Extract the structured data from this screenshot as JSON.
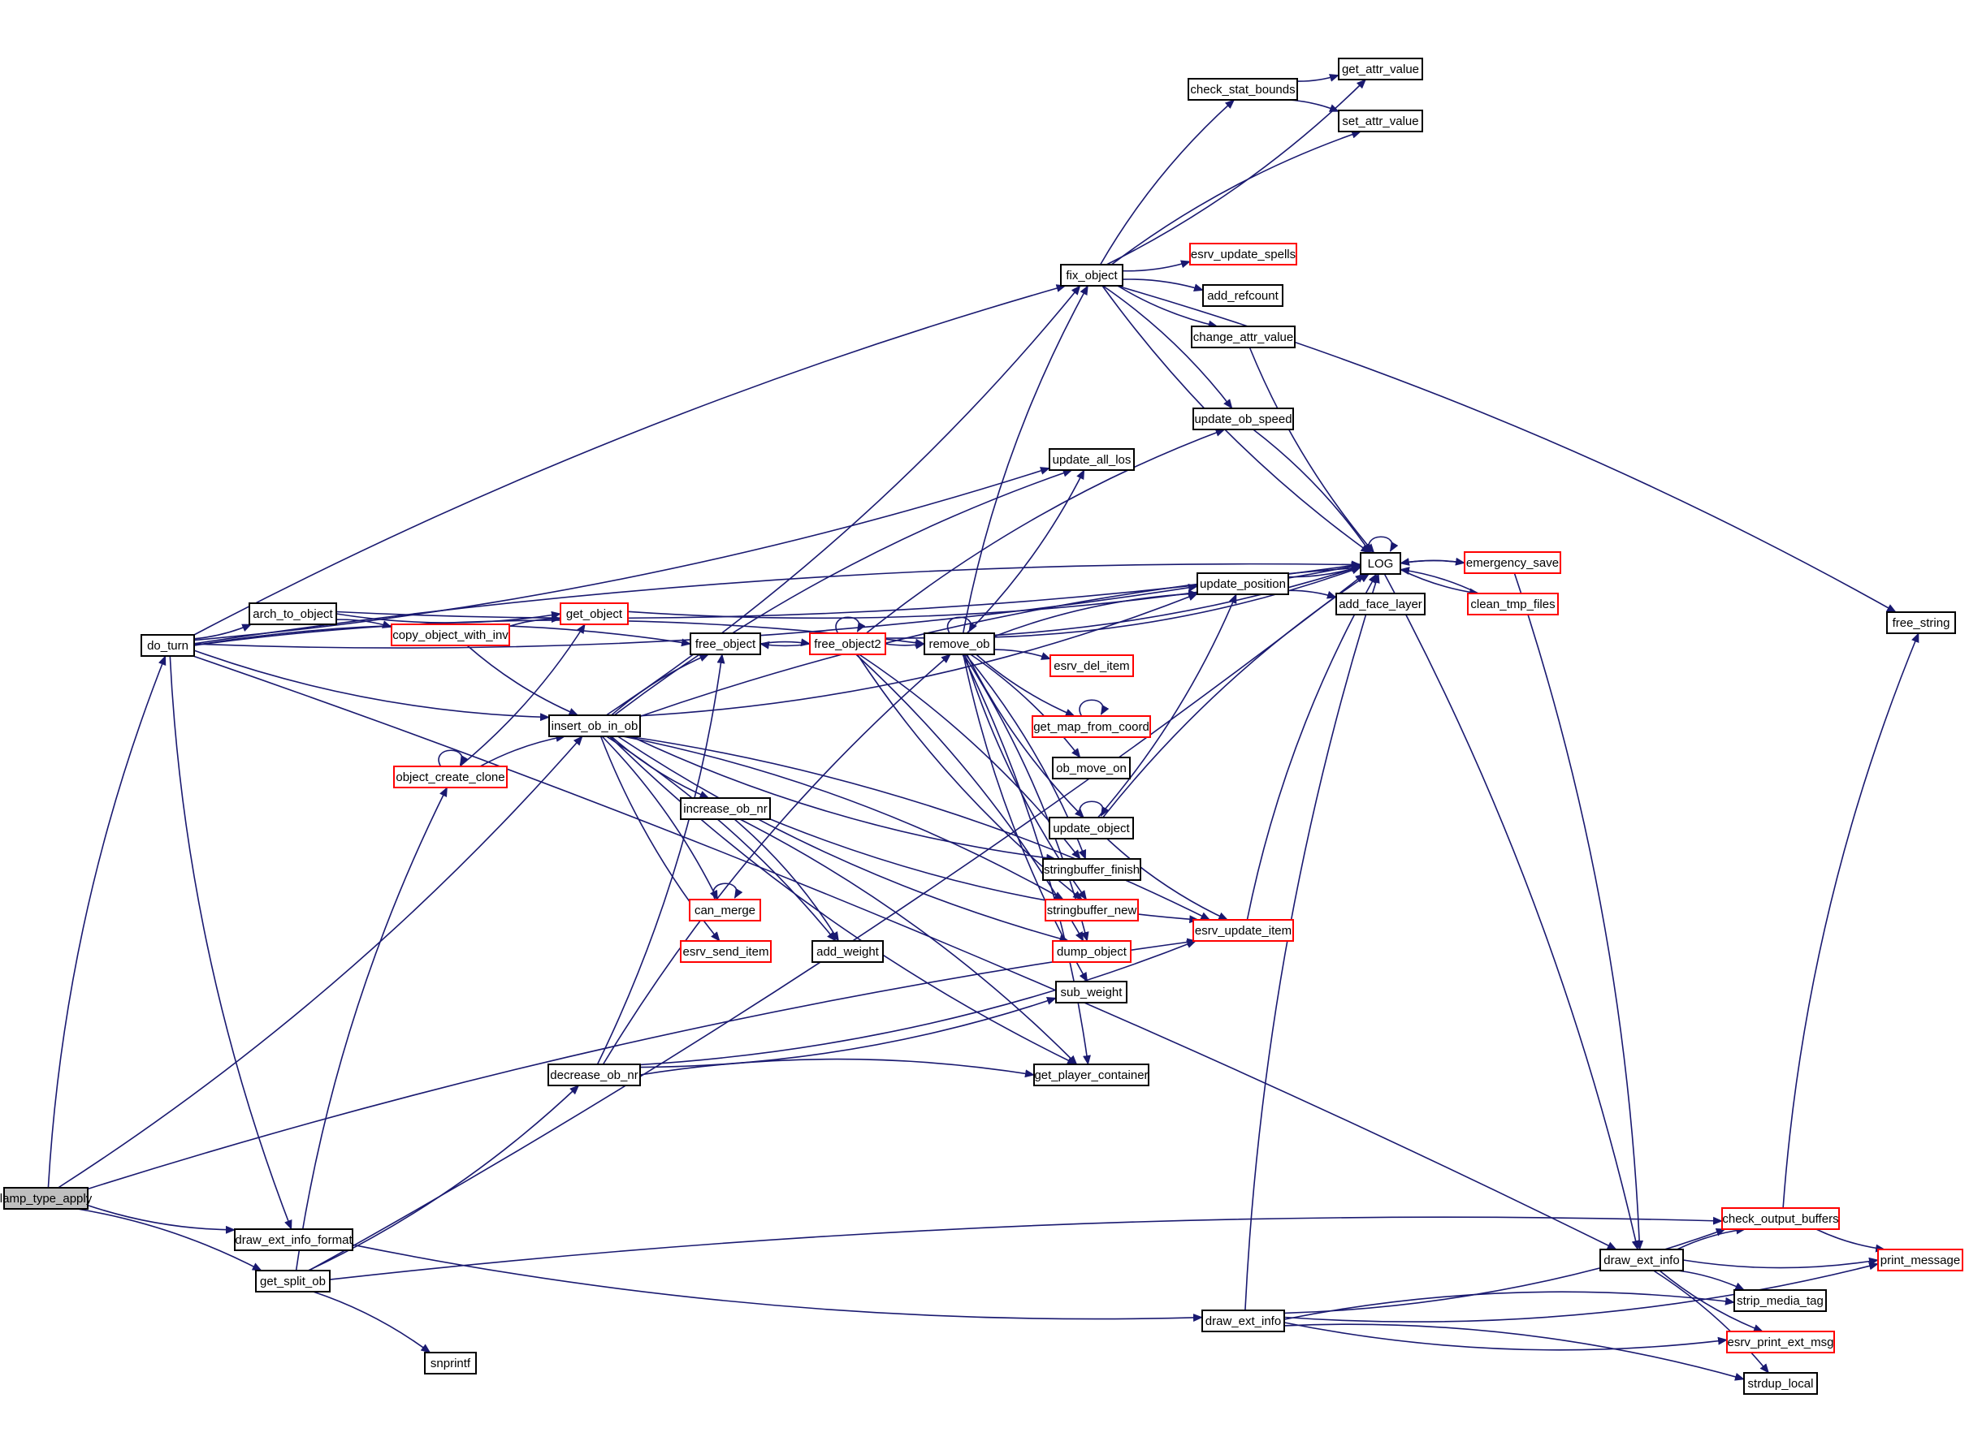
{
  "graph": {
    "title": "lamp_type_apply call graph",
    "colors": {
      "edge": "#191970",
      "normal_border": "#000000",
      "truncated_border": "#ff0000",
      "root_fill": "#bfbfbf"
    },
    "nodes": [
      {
        "id": "lamp_type_apply",
        "label": "lamp_type_apply",
        "kind": "root"
      },
      {
        "id": "do_turn",
        "label": "do_turn",
        "kind": "normal"
      },
      {
        "id": "arch_to_object",
        "label": "arch_to_object",
        "kind": "normal"
      },
      {
        "id": "copy_object_with_inv",
        "label": "copy_object_with_inv",
        "kind": "truncated"
      },
      {
        "id": "get_object",
        "label": "get_object",
        "kind": "truncated"
      },
      {
        "id": "object_create_clone",
        "label": "object_create_clone",
        "kind": "truncated"
      },
      {
        "id": "insert_ob_in_ob",
        "label": "insert_ob_in_ob",
        "kind": "normal"
      },
      {
        "id": "free_object",
        "label": "free_object",
        "kind": "normal"
      },
      {
        "id": "free_object2",
        "label": "free_object2",
        "kind": "truncated"
      },
      {
        "id": "remove_ob",
        "label": "remove_ob",
        "kind": "normal"
      },
      {
        "id": "fix_object",
        "label": "fix_object",
        "kind": "normal"
      },
      {
        "id": "check_stat_bounds",
        "label": "check_stat_bounds",
        "kind": "normal"
      },
      {
        "id": "get_attr_value",
        "label": "get_attr_value",
        "kind": "normal"
      },
      {
        "id": "set_attr_value",
        "label": "set_attr_value",
        "kind": "normal"
      },
      {
        "id": "esrv_update_spells",
        "label": "esrv_update_spells",
        "kind": "truncated"
      },
      {
        "id": "add_refcount",
        "label": "add_refcount",
        "kind": "normal"
      },
      {
        "id": "change_attr_value",
        "label": "change_attr_value",
        "kind": "normal"
      },
      {
        "id": "update_ob_speed",
        "label": "update_ob_speed",
        "kind": "normal"
      },
      {
        "id": "update_all_los",
        "label": "update_all_los",
        "kind": "normal"
      },
      {
        "id": "LOG",
        "label": "LOG",
        "kind": "normal"
      },
      {
        "id": "emergency_save",
        "label": "emergency_save",
        "kind": "truncated"
      },
      {
        "id": "clean_tmp_files",
        "label": "clean_tmp_files",
        "kind": "truncated"
      },
      {
        "id": "update_position",
        "label": "update_position",
        "kind": "normal"
      },
      {
        "id": "add_face_layer",
        "label": "add_face_layer",
        "kind": "normal"
      },
      {
        "id": "esrv_del_item",
        "label": "esrv_del_item",
        "kind": "truncated"
      },
      {
        "id": "get_map_from_coord",
        "label": "get_map_from_coord",
        "kind": "truncated"
      },
      {
        "id": "ob_move_on",
        "label": "ob_move_on",
        "kind": "normal"
      },
      {
        "id": "update_object",
        "label": "update_object",
        "kind": "normal"
      },
      {
        "id": "stringbuffer_finish",
        "label": "stringbuffer_finish",
        "kind": "normal"
      },
      {
        "id": "stringbuffer_new",
        "label": "stringbuffer_new",
        "kind": "truncated"
      },
      {
        "id": "dump_object",
        "label": "dump_object",
        "kind": "truncated"
      },
      {
        "id": "sub_weight",
        "label": "sub_weight",
        "kind": "normal"
      },
      {
        "id": "get_player_container",
        "label": "get_player_container",
        "kind": "normal"
      },
      {
        "id": "increase_ob_nr",
        "label": "increase_ob_nr",
        "kind": "normal"
      },
      {
        "id": "can_merge",
        "label": "can_merge",
        "kind": "truncated"
      },
      {
        "id": "esrv_send_item",
        "label": "esrv_send_item",
        "kind": "truncated"
      },
      {
        "id": "add_weight",
        "label": "add_weight",
        "kind": "normal"
      },
      {
        "id": "esrv_update_item",
        "label": "esrv_update_item",
        "kind": "truncated"
      },
      {
        "id": "decrease_ob_nr",
        "label": "decrease_ob_nr",
        "kind": "normal"
      },
      {
        "id": "draw_ext_info_format",
        "label": "draw_ext_info_format",
        "kind": "normal"
      },
      {
        "id": "get_split_ob",
        "label": "get_split_ob",
        "kind": "normal"
      },
      {
        "id": "snprintf",
        "label": "snprintf",
        "kind": "normal"
      },
      {
        "id": "draw_ext_info_lower",
        "label": "draw_ext_info",
        "kind": "normal"
      },
      {
        "id": "draw_ext_info_upper",
        "label": "draw_ext_info",
        "kind": "normal"
      },
      {
        "id": "check_output_buffers",
        "label": "check_output_buffers",
        "kind": "truncated"
      },
      {
        "id": "print_message",
        "label": "print_message",
        "kind": "truncated"
      },
      {
        "id": "strip_media_tag",
        "label": "strip_media_tag",
        "kind": "normal"
      },
      {
        "id": "esrv_print_ext_msg",
        "label": "esrv_print_ext_msg",
        "kind": "truncated"
      },
      {
        "id": "strdup_local",
        "label": "strdup_local",
        "kind": "normal"
      },
      {
        "id": "free_string",
        "label": "free_string",
        "kind": "normal"
      }
    ],
    "edges": [
      [
        "lamp_type_apply",
        "do_turn"
      ],
      [
        "lamp_type_apply",
        "insert_ob_in_ob"
      ],
      [
        "lamp_type_apply",
        "esrv_update_item"
      ],
      [
        "lamp_type_apply",
        "draw_ext_info_format"
      ],
      [
        "lamp_type_apply",
        "get_split_ob"
      ],
      [
        "do_turn",
        "arch_to_object"
      ],
      [
        "do_turn",
        "free_object"
      ],
      [
        "do_turn",
        "insert_ob_in_ob"
      ],
      [
        "do_turn",
        "fix_object"
      ],
      [
        "do_turn",
        "update_all_los"
      ],
      [
        "do_turn",
        "remove_ob"
      ],
      [
        "do_turn",
        "update_position"
      ],
      [
        "do_turn",
        "LOG"
      ],
      [
        "do_turn",
        "draw_ext_info_format"
      ],
      [
        "do_turn",
        "draw_ext_info_upper"
      ],
      [
        "arch_to_object",
        "get_object"
      ],
      [
        "arch_to_object",
        "copy_object_with_inv"
      ],
      [
        "arch_to_object",
        "LOG"
      ],
      [
        "copy_object_with_inv",
        "get_object"
      ],
      [
        "copy_object_with_inv",
        "insert_ob_in_ob"
      ],
      [
        "object_create_clone",
        "object_create_clone"
      ],
      [
        "object_create_clone",
        "get_object"
      ],
      [
        "object_create_clone",
        "insert_ob_in_ob"
      ],
      [
        "get_object",
        "LOG"
      ],
      [
        "insert_ob_in_ob",
        "free_object"
      ],
      [
        "insert_ob_in_ob",
        "fix_object"
      ],
      [
        "insert_ob_in_ob",
        "update_all_los"
      ],
      [
        "insert_ob_in_ob",
        "update_position"
      ],
      [
        "insert_ob_in_ob",
        "LOG"
      ],
      [
        "insert_ob_in_ob",
        "increase_ob_nr"
      ],
      [
        "insert_ob_in_ob",
        "can_merge"
      ],
      [
        "insert_ob_in_ob",
        "esrv_send_item"
      ],
      [
        "insert_ob_in_ob",
        "add_weight"
      ],
      [
        "insert_ob_in_ob",
        "stringbuffer_finish"
      ],
      [
        "insert_ob_in_ob",
        "stringbuffer_new"
      ],
      [
        "insert_ob_in_ob",
        "dump_object"
      ],
      [
        "insert_ob_in_ob",
        "esrv_update_item"
      ],
      [
        "insert_ob_in_ob",
        "get_player_container"
      ],
      [
        "free_object",
        "free_object2"
      ],
      [
        "free_object2",
        "free_object2"
      ],
      [
        "free_object2",
        "free_object"
      ],
      [
        "free_object2",
        "remove_ob"
      ],
      [
        "free_object2",
        "update_ob_speed"
      ],
      [
        "free_object2",
        "LOG"
      ],
      [
        "free_object2",
        "stringbuffer_finish"
      ],
      [
        "free_object2",
        "stringbuffer_new"
      ],
      [
        "free_object2",
        "dump_object"
      ],
      [
        "remove_ob",
        "remove_ob"
      ],
      [
        "remove_ob",
        "fix_object"
      ],
      [
        "remove_ob",
        "update_all_los"
      ],
      [
        "remove_ob",
        "update_position"
      ],
      [
        "remove_ob",
        "LOG"
      ],
      [
        "remove_ob",
        "esrv_del_item"
      ],
      [
        "remove_ob",
        "get_map_from_coord"
      ],
      [
        "remove_ob",
        "ob_move_on"
      ],
      [
        "remove_ob",
        "update_object"
      ],
      [
        "remove_ob",
        "stringbuffer_finish"
      ],
      [
        "remove_ob",
        "stringbuffer_new"
      ],
      [
        "remove_ob",
        "dump_object"
      ],
      [
        "remove_ob",
        "sub_weight"
      ],
      [
        "remove_ob",
        "get_player_container"
      ],
      [
        "get_map_from_coord",
        "get_map_from_coord"
      ],
      [
        "fix_object",
        "check_stat_bounds"
      ],
      [
        "fix_object",
        "get_attr_value"
      ],
      [
        "fix_object",
        "set_attr_value"
      ],
      [
        "fix_object",
        "esrv_update_spells"
      ],
      [
        "fix_object",
        "add_refcount"
      ],
      [
        "fix_object",
        "change_attr_value"
      ],
      [
        "fix_object",
        "update_ob_speed"
      ],
      [
        "fix_object",
        "LOG"
      ],
      [
        "fix_object",
        "free_string"
      ],
      [
        "check_stat_bounds",
        "get_attr_value"
      ],
      [
        "check_stat_bounds",
        "set_attr_value"
      ],
      [
        "change_attr_value",
        "LOG"
      ],
      [
        "update_ob_speed",
        "LOG"
      ],
      [
        "update_position",
        "LOG"
      ],
      [
        "update_position",
        "add_face_layer"
      ],
      [
        "LOG",
        "LOG"
      ],
      [
        "LOG",
        "emergency_save"
      ],
      [
        "LOG",
        "clean_tmp_files"
      ],
      [
        "LOG",
        "draw_ext_info_upper"
      ],
      [
        "emergency_save",
        "LOG"
      ],
      [
        "emergency_save",
        "draw_ext_info_upper"
      ],
      [
        "clean_tmp_files",
        "LOG"
      ],
      [
        "update_object",
        "update_object"
      ],
      [
        "update_object",
        "update_position"
      ],
      [
        "update_object",
        "LOG"
      ],
      [
        "update_object",
        "esrv_update_item"
      ],
      [
        "increase_ob_nr",
        "add_weight"
      ],
      [
        "increase_ob_nr",
        "esrv_update_item"
      ],
      [
        "increase_ob_nr",
        "get_player_container"
      ],
      [
        "can_merge",
        "can_merge"
      ],
      [
        "esrv_update_item",
        "LOG"
      ],
      [
        "decrease_ob_nr",
        "free_object"
      ],
      [
        "decrease_ob_nr",
        "remove_ob"
      ],
      [
        "decrease_ob_nr",
        "sub_weight"
      ],
      [
        "decrease_ob_nr",
        "get_player_container"
      ],
      [
        "decrease_ob_nr",
        "esrv_update_item"
      ],
      [
        "get_split_ob",
        "object_create_clone"
      ],
      [
        "get_split_ob",
        "decrease_ob_nr"
      ],
      [
        "get_split_ob",
        "snprintf"
      ],
      [
        "get_split_ob",
        "LOG"
      ],
      [
        "get_split_ob",
        "check_output_buffers"
      ],
      [
        "draw_ext_info_format",
        "draw_ext_info_lower"
      ],
      [
        "draw_ext_info_lower",
        "LOG"
      ],
      [
        "draw_ext_info_lower",
        "check_output_buffers"
      ],
      [
        "draw_ext_info_lower",
        "strip_media_tag"
      ],
      [
        "draw_ext_info_lower",
        "esrv_print_ext_msg"
      ],
      [
        "draw_ext_info_lower",
        "strdup_local"
      ],
      [
        "draw_ext_info_lower",
        "print_message"
      ],
      [
        "draw_ext_info_upper",
        "check_output_buffers"
      ],
      [
        "draw_ext_info_upper",
        "print_message"
      ],
      [
        "draw_ext_info_upper",
        "strip_media_tag"
      ],
      [
        "draw_ext_info_upper",
        "esrv_print_ext_msg"
      ],
      [
        "draw_ext_info_upper",
        "strdup_local"
      ],
      [
        "check_output_buffers",
        "print_message"
      ],
      [
        "check_output_buffers",
        "free_string"
      ]
    ]
  }
}
